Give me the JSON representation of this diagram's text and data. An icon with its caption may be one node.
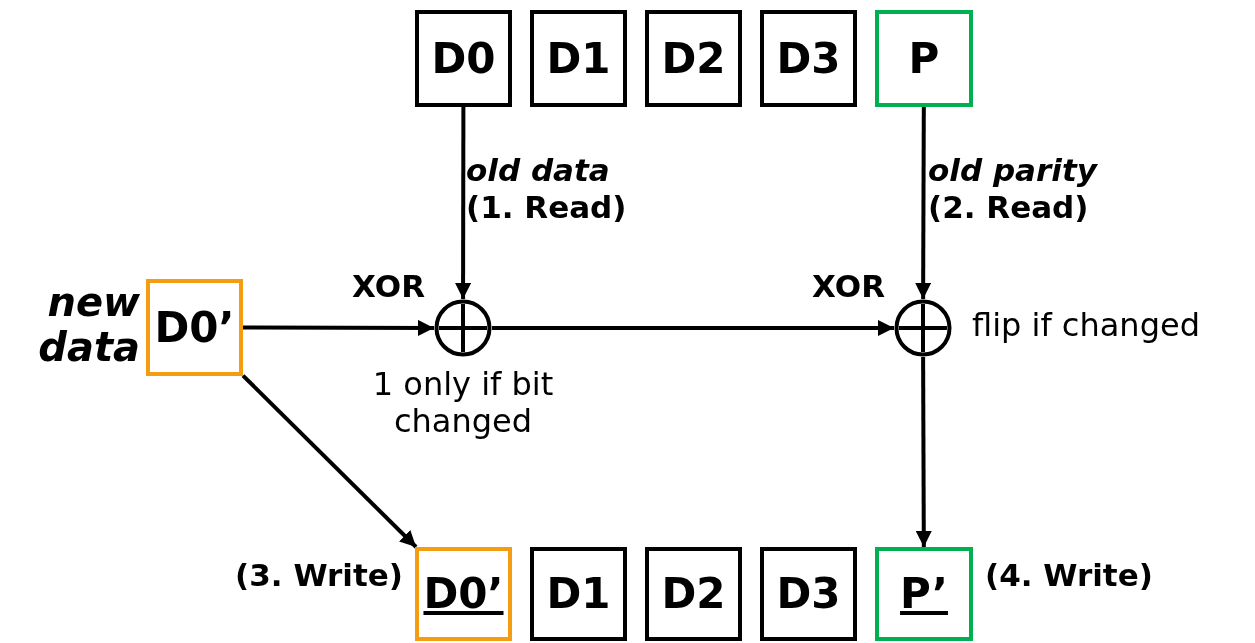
{
  "diagram": {
    "nodes": [
      {
        "text": [
          "D0"
        ]
      },
      {
        "text": [
          "D1"
        ]
      },
      {
        "text": [
          "D2"
        ]
      },
      {
        "text": [
          "D3"
        ]
      },
      {
        "text": [
          "P"
        ]
      },
      {
        "text": [
          "D0’"
        ],
        "beside": [
          "new data"
        ]
      },
      {
        "text": [],
        "shape": "circle",
        "beside": [
          "XOR",
          "1 only if bit changed"
        ]
      },
      {
        "text": [],
        "shape": "circle",
        "beside": [
          "XOR",
          "flip if changed"
        ]
      },
      {
        "text": [
          "D0’"
        ],
        "beside": [
          "(3. Write)"
        ]
      },
      {
        "text": [
          "D1"
        ]
      },
      {
        "text": [
          "D2"
        ]
      },
      {
        "text": [
          "D3"
        ]
      },
      {
        "text": [
          "P’"
        ],
        "beside": [
          "(4. Write)"
        ]
      }
    ],
    "edges": [
      {
        "from": 0,
        "to": 6,
        "arrow": "to",
        "label": "*old data* (1. Read)"
      },
      {
        "from": 4,
        "to": 7,
        "arrow": "to",
        "label": "*old parity* (2. Read)"
      },
      {
        "from": 5,
        "to": 6,
        "arrow": "to"
      },
      {
        "from": 6,
        "to": 7,
        "arrow": "to"
      },
      {
        "from": 7,
        "to": 12,
        "arrow": "to"
      },
      {
        "from": 5,
        "to": 8,
        "arrow": "to"
      }
    ]
  }
}
